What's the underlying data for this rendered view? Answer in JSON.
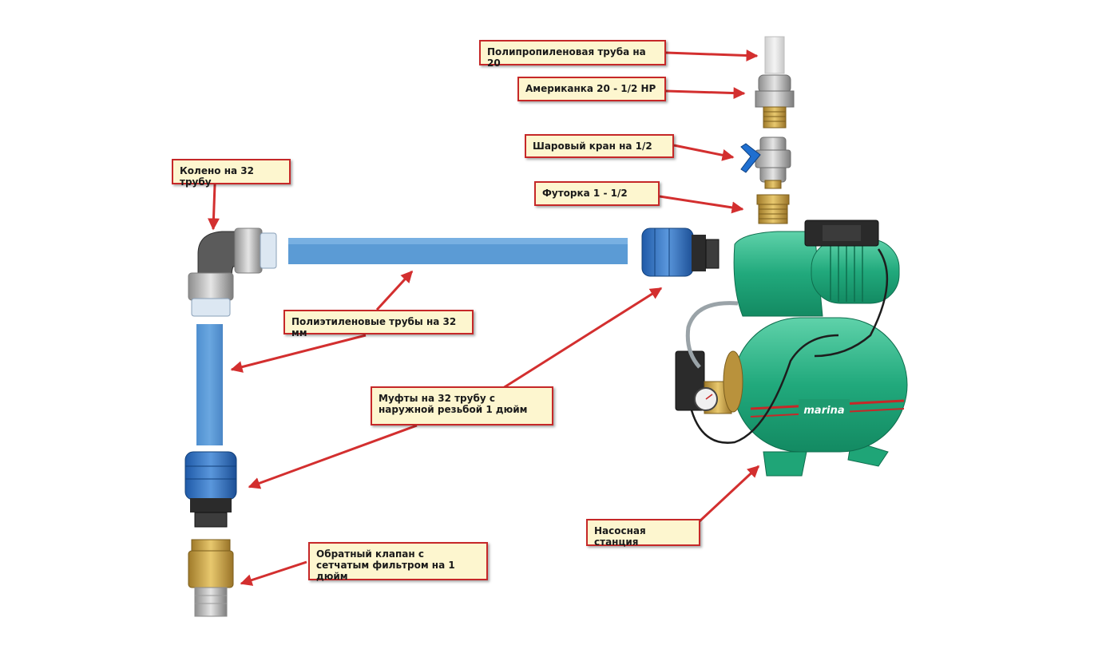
{
  "labels": {
    "ppr_pipe": "Полипропиленовая труба на 20",
    "union": "Американка 20 - 1/2 НР",
    "ball_valve": "Шаровый кран на 1/2",
    "bushing": "Футорка 1 - 1/2",
    "elbow": "Колено на 32 трубу",
    "pe_pipes": "Полиэтиленовые трубы на 32 мм",
    "couplings": "Муфты на 32 трубу с наружной резьбой 1 дюйм",
    "check_valve": "Обратный клапан с сетчатым фильтром на 1 дюйм",
    "pump_station": "Насосная станция"
  },
  "pump_brand": "marina",
  "colors": {
    "callout_border": "#c62828",
    "callout_fill": "#fdf6cf",
    "arrow": "#d32f2f",
    "pe_pipe": "#5b9bd5",
    "coupling_blue": "#2f6fbf",
    "pump_green": "#2bb58a",
    "brass": "#c9a24a"
  }
}
